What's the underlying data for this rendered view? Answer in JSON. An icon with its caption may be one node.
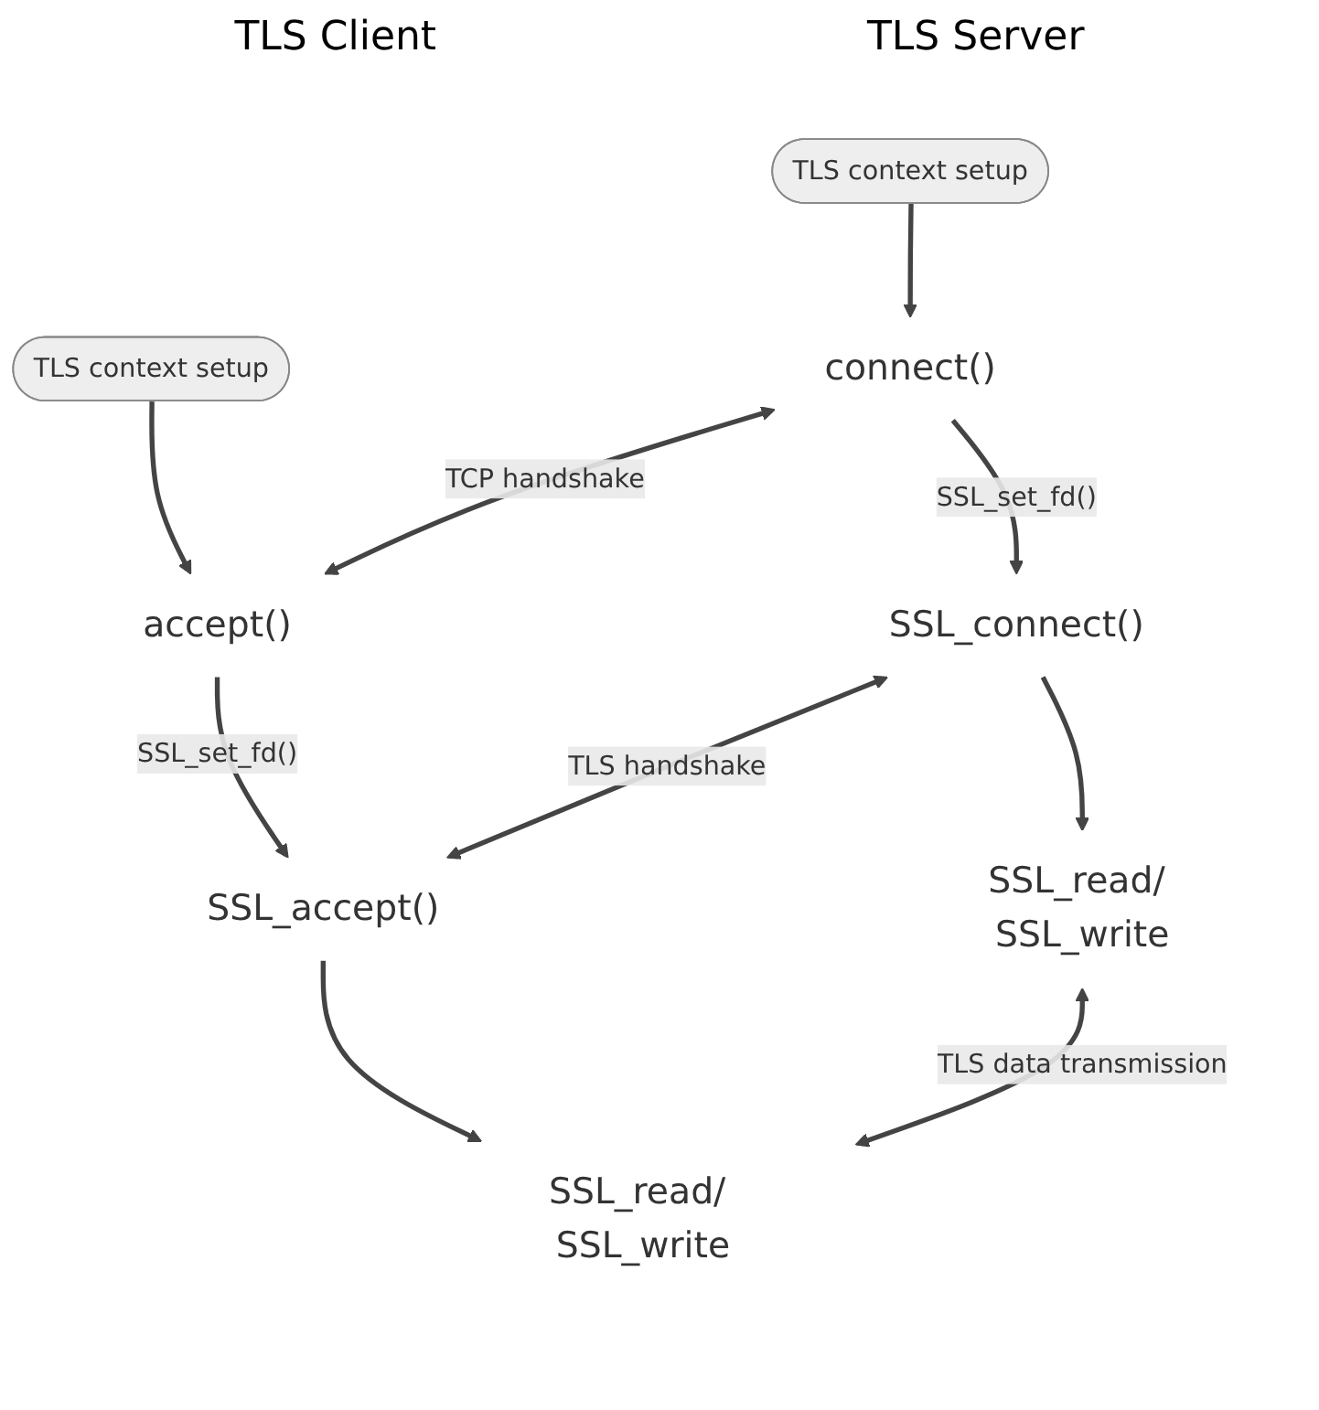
{
  "diagram": {
    "nodes": [
      {
        "text": [
          "TLS context setup"
        ]
      },
      {
        "text": [
          "TLS context setup"
        ]
      },
      {
        "text": [
          "connect()"
        ]
      },
      {
        "text": [
          "accept()"
        ]
      },
      {
        "text": [
          "SSL_connect()"
        ]
      },
      {
        "text": [
          "SSL_accept()"
        ]
      },
      {
        "text": [
          "SSL_read/ SSL_write"
        ]
      },
      {
        "text": [
          "SSL_read/ SSL_write"
        ]
      }
    ],
    "edges": [
      {
        "from": 0,
        "to": 2,
        "arrow": "to"
      },
      {
        "from": 1,
        "to": 3,
        "arrow": "to"
      },
      {
        "from": 2,
        "to": 3,
        "arrow": "both",
        "label": "TCP handshake"
      },
      {
        "from": 2,
        "to": 4,
        "arrow": "to",
        "label": "SSL_set_fd()"
      },
      {
        "from": 3,
        "to": 5,
        "arrow": "to",
        "label": "SSL_set_fd()"
      },
      {
        "from": 4,
        "to": 5,
        "arrow": "both",
        "label": "TLS handshake"
      },
      {
        "from": 4,
        "to": 6,
        "arrow": "to"
      },
      {
        "from": 5,
        "to": 7,
        "arrow": "to"
      },
      {
        "from": 6,
        "to": 7,
        "arrow": "both",
        "label": "TLS data transmission"
      }
    ],
    "labels": [
      "TLS Client",
      "TLS Server"
    ]
  }
}
